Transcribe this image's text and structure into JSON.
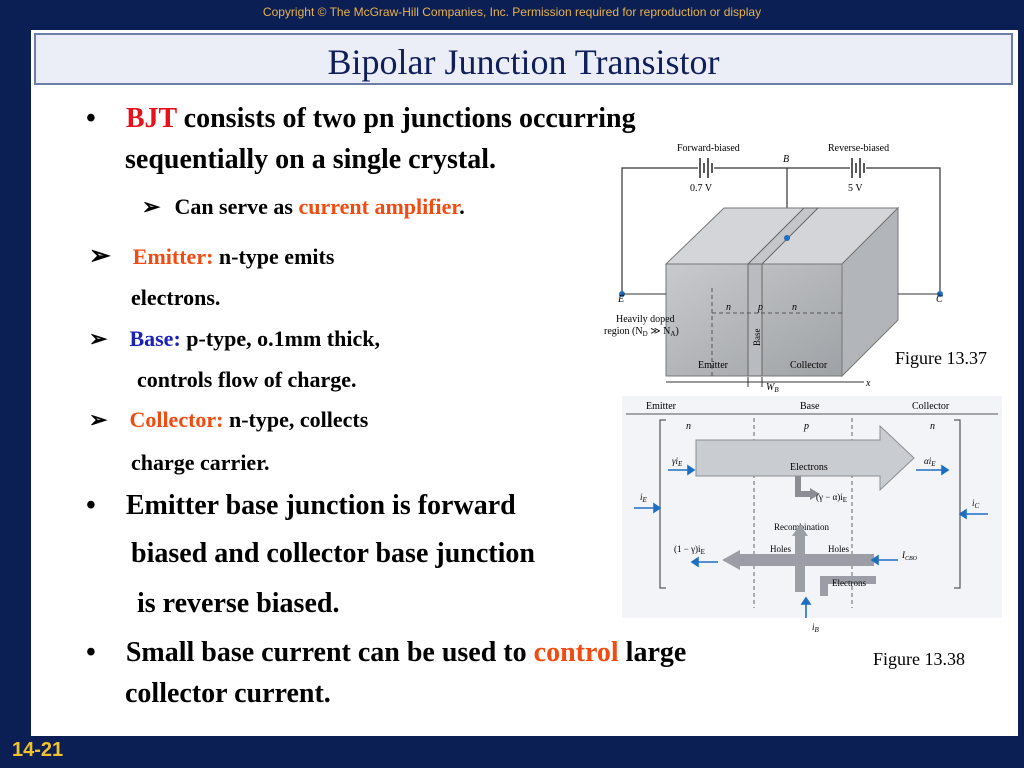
{
  "copyright": "Copyright © The McGraw-Hill Companies, Inc. Permission required for reproduction or display",
  "title": "Bipolar Junction Transistor",
  "page_number": "14-21",
  "markers": {
    "bullet": "•",
    "arrow": "➢"
  },
  "bullets": {
    "b1_term": "BJT",
    "b1_line1": " consists of two pn junctions occurring",
    "b1_line2": "sequentially on a single crystal.",
    "b1_sub_pre": "Can serve as ",
    "b1_sub_hl": "current amplifier",
    "b1_sub_post": ".",
    "emitter_term": "Emitter:",
    "emitter_line1": " n-type emits",
    "emitter_line2": "electrons.",
    "base_term": "Base:",
    "base_line1": " p-type, o.1mm thick,",
    "base_line2": "controls flow of charge.",
    "collector_term": "Collector:",
    "collector_line1": " n-type, collects",
    "collector_line2": "charge carrier.",
    "b2_line1": "Emitter base junction is forward",
    "b2_line2": "biased and collector base junction",
    "b2_line3": "is reverse biased.",
    "b3_pre": "Small base current can be used to ",
    "b3_hl": "control",
    "b3_post": " large",
    "b3_line2": "collector current."
  },
  "figure1": {
    "caption": "Figure 13.37",
    "forward_label": "Forward-biased",
    "reverse_label": "Reverse-biased",
    "forward_voltage": "0.7 V",
    "reverse_voltage": "5 V",
    "b_terminal": "B",
    "e_terminal": "E",
    "c_terminal": "C",
    "n_left": "n",
    "p_mid": "p",
    "n_right": "n",
    "base_vertical": "Base",
    "doping_line1": "Heavily doped",
    "doping_line2": "region (N",
    "doping_sub1": "D",
    "doping_mid": " ≫ N",
    "doping_sub2": "A",
    "doping_end": ")",
    "emitter_label": "Emitter",
    "collector_label": "Collector",
    "wb_label": "W",
    "wb_sub": "B",
    "x_label": "x"
  },
  "figure2": {
    "caption": "Figure 13.38",
    "emitter_header": "Emitter",
    "base_header": "Base",
    "collector_header": "Collector",
    "n_left": "n",
    "p_mid": "p",
    "n_right": "n",
    "gamma_ie": "γi",
    "ie_sub": "E",
    "alpha_ie": "αi",
    "electrons_label": "Electrons",
    "ie_label": "i",
    "gamma_minus_alpha": "(γ − α)i",
    "ic_label": "i",
    "ic_sub": "C",
    "recombination_label": "Recombination",
    "one_minus_gamma": "(1 − γ)i",
    "holes_left": "Holes",
    "holes_right": "Holes",
    "icbo_label": "I",
    "icbo_sub": "CBO",
    "electrons_small": "Electrons",
    "ib_label": "i",
    "ib_sub": "B"
  }
}
